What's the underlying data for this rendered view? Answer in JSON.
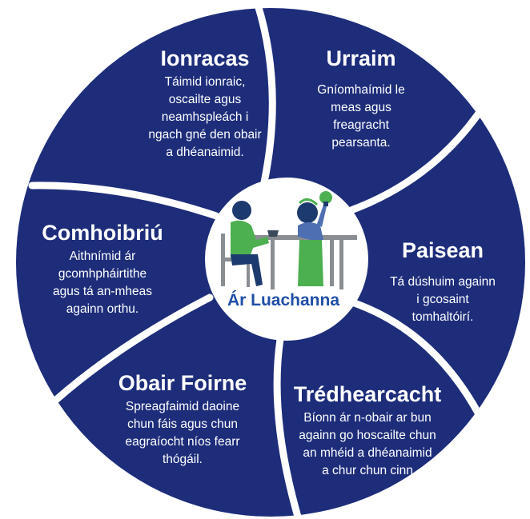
{
  "colors": {
    "segment_fill": "#1d2d7a",
    "segment_text": "#ffffff",
    "divider": "#ffffff",
    "center_fill": "#ffffff",
    "center_label": "#1f4fa8",
    "figure_green": "#4caf50",
    "figure_navy": "#1d3a6e"
  },
  "center": {
    "label": "Ár Luachanna",
    "illustration": "two-people-at-table-icon"
  },
  "segments": [
    {
      "title": "Ionracas",
      "body": "Táimid ionraic,\noscailte agus\nneamhspleách i\nngach gné den obair\na dhéanaimid."
    },
    {
      "title": "Urraim",
      "body": "Gníomhaímid le\nmeas agus\nfreagracht\npearsanta."
    },
    {
      "title": "Paisean",
      "body": "Tá dúshuim againn\ni gcosaint\ntomhaltóirí."
    },
    {
      "title": "Trédhearcacht",
      "body": "Bíonn ár n-obair ar bun\nagainn go hoscailte chun\nan mhéid a dhéanaimid\na chur chun cinn"
    },
    {
      "title": "Obair Foirne",
      "body": "Spreagfaimid daoine\nchun fáis agus chun\neagraíocht níos fearr\nthógáil."
    },
    {
      "title": "Comhoibriú",
      "body": "Aithnímid ár\ngcomhpháirtithe\nagus tá an-mheas\nagainn orthu."
    }
  ]
}
